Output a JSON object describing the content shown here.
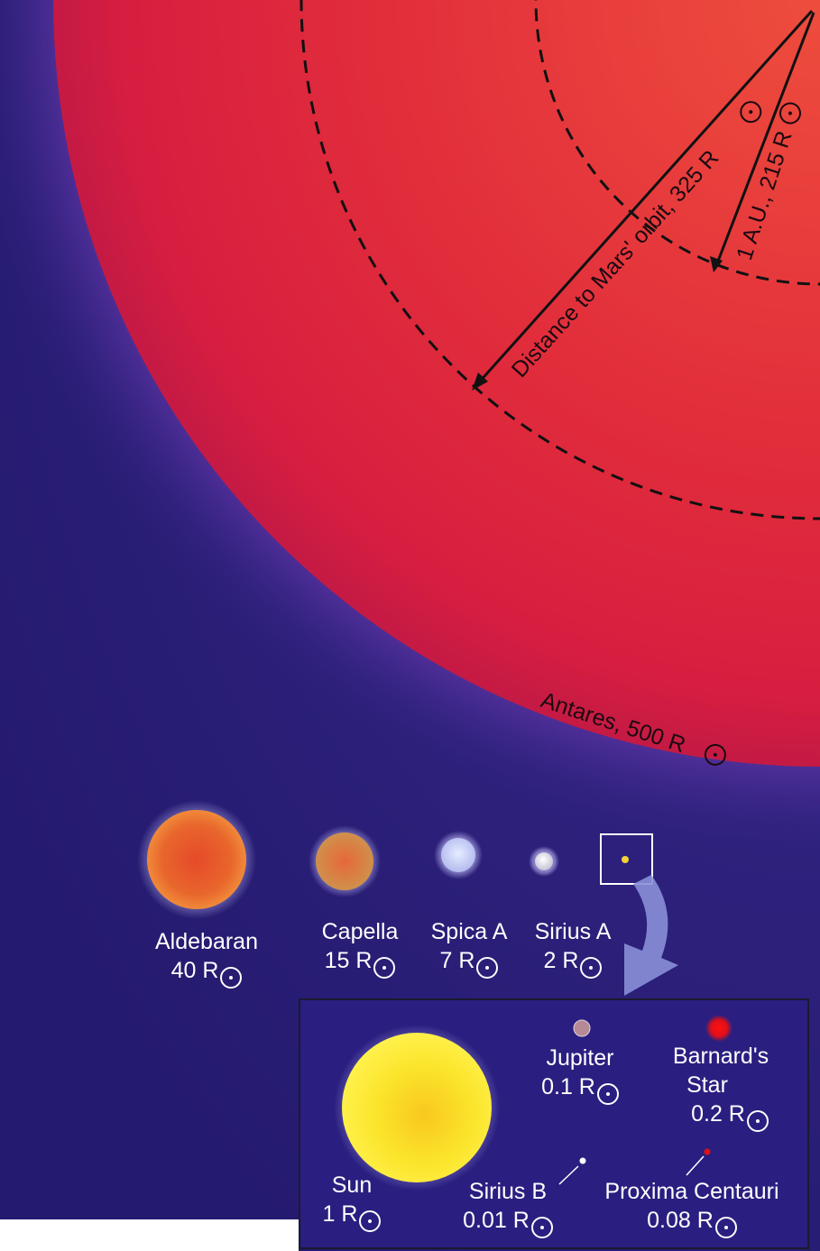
{
  "stars_main": [
    {
      "name": "Aldebaran",
      "radius": "40 R"
    },
    {
      "name": "Capella",
      "radius": "15 R"
    },
    {
      "name": "Spica A",
      "radius": "7 R"
    },
    {
      "name": "Sirius A",
      "radius": "2 R"
    }
  ],
  "antares": {
    "label": "Antares, 500 R"
  },
  "mars_orbit": {
    "label": "Distance to Mars' orbit, 325 R"
  },
  "au_orbit": {
    "label": "1 A.U., 215 R"
  },
  "inset": {
    "sun": {
      "name": "Sun",
      "radius": "1 R"
    },
    "jupiter": {
      "name": "Jupiter",
      "radius": "0.1 R"
    },
    "barnard": {
      "name_line1": "Barnard's",
      "name_line2": "Star",
      "radius": "0.2 R"
    },
    "sirius_b": {
      "name": "Sirius B",
      "radius": "0.01 R"
    },
    "proxima": {
      "name": "Proxima Centauri",
      "radius": "0.08 R"
    }
  },
  "colors": {
    "background": "#2a1f78",
    "antares": "#d8203a",
    "sun": "#ffe82a",
    "arrow": "#8a8fd8"
  }
}
